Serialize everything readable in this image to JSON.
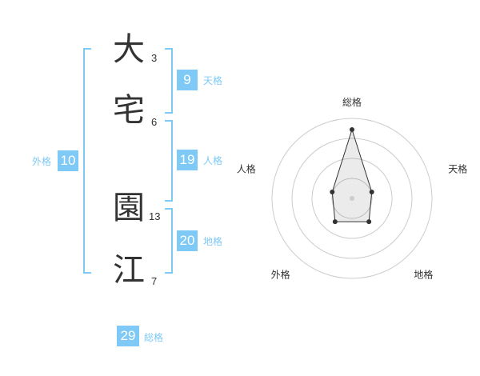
{
  "name_chars": [
    {
      "char": "大",
      "strokes": "3"
    },
    {
      "char": "宅",
      "strokes": "6"
    },
    {
      "char": "園",
      "strokes": "13"
    },
    {
      "char": "江",
      "strokes": "7"
    }
  ],
  "fortunes": {
    "tenkaku": {
      "value": "9",
      "label": "天格"
    },
    "jinkaku": {
      "value": "19",
      "label": "人格"
    },
    "chikaku": {
      "value": "20",
      "label": "地格"
    },
    "gaikaku": {
      "value": "10",
      "label": "外格"
    },
    "soukaku": {
      "value": "29",
      "label": "総格"
    }
  },
  "accent_color": "#7ec9f5",
  "chart_data": {
    "type": "radar",
    "axes": [
      "総格",
      "天格",
      "地格",
      "外格",
      "人格"
    ],
    "values": [
      4.3,
      1.3,
      1.8,
      1.8,
      1.3
    ],
    "rings": 4,
    "max": 5
  }
}
